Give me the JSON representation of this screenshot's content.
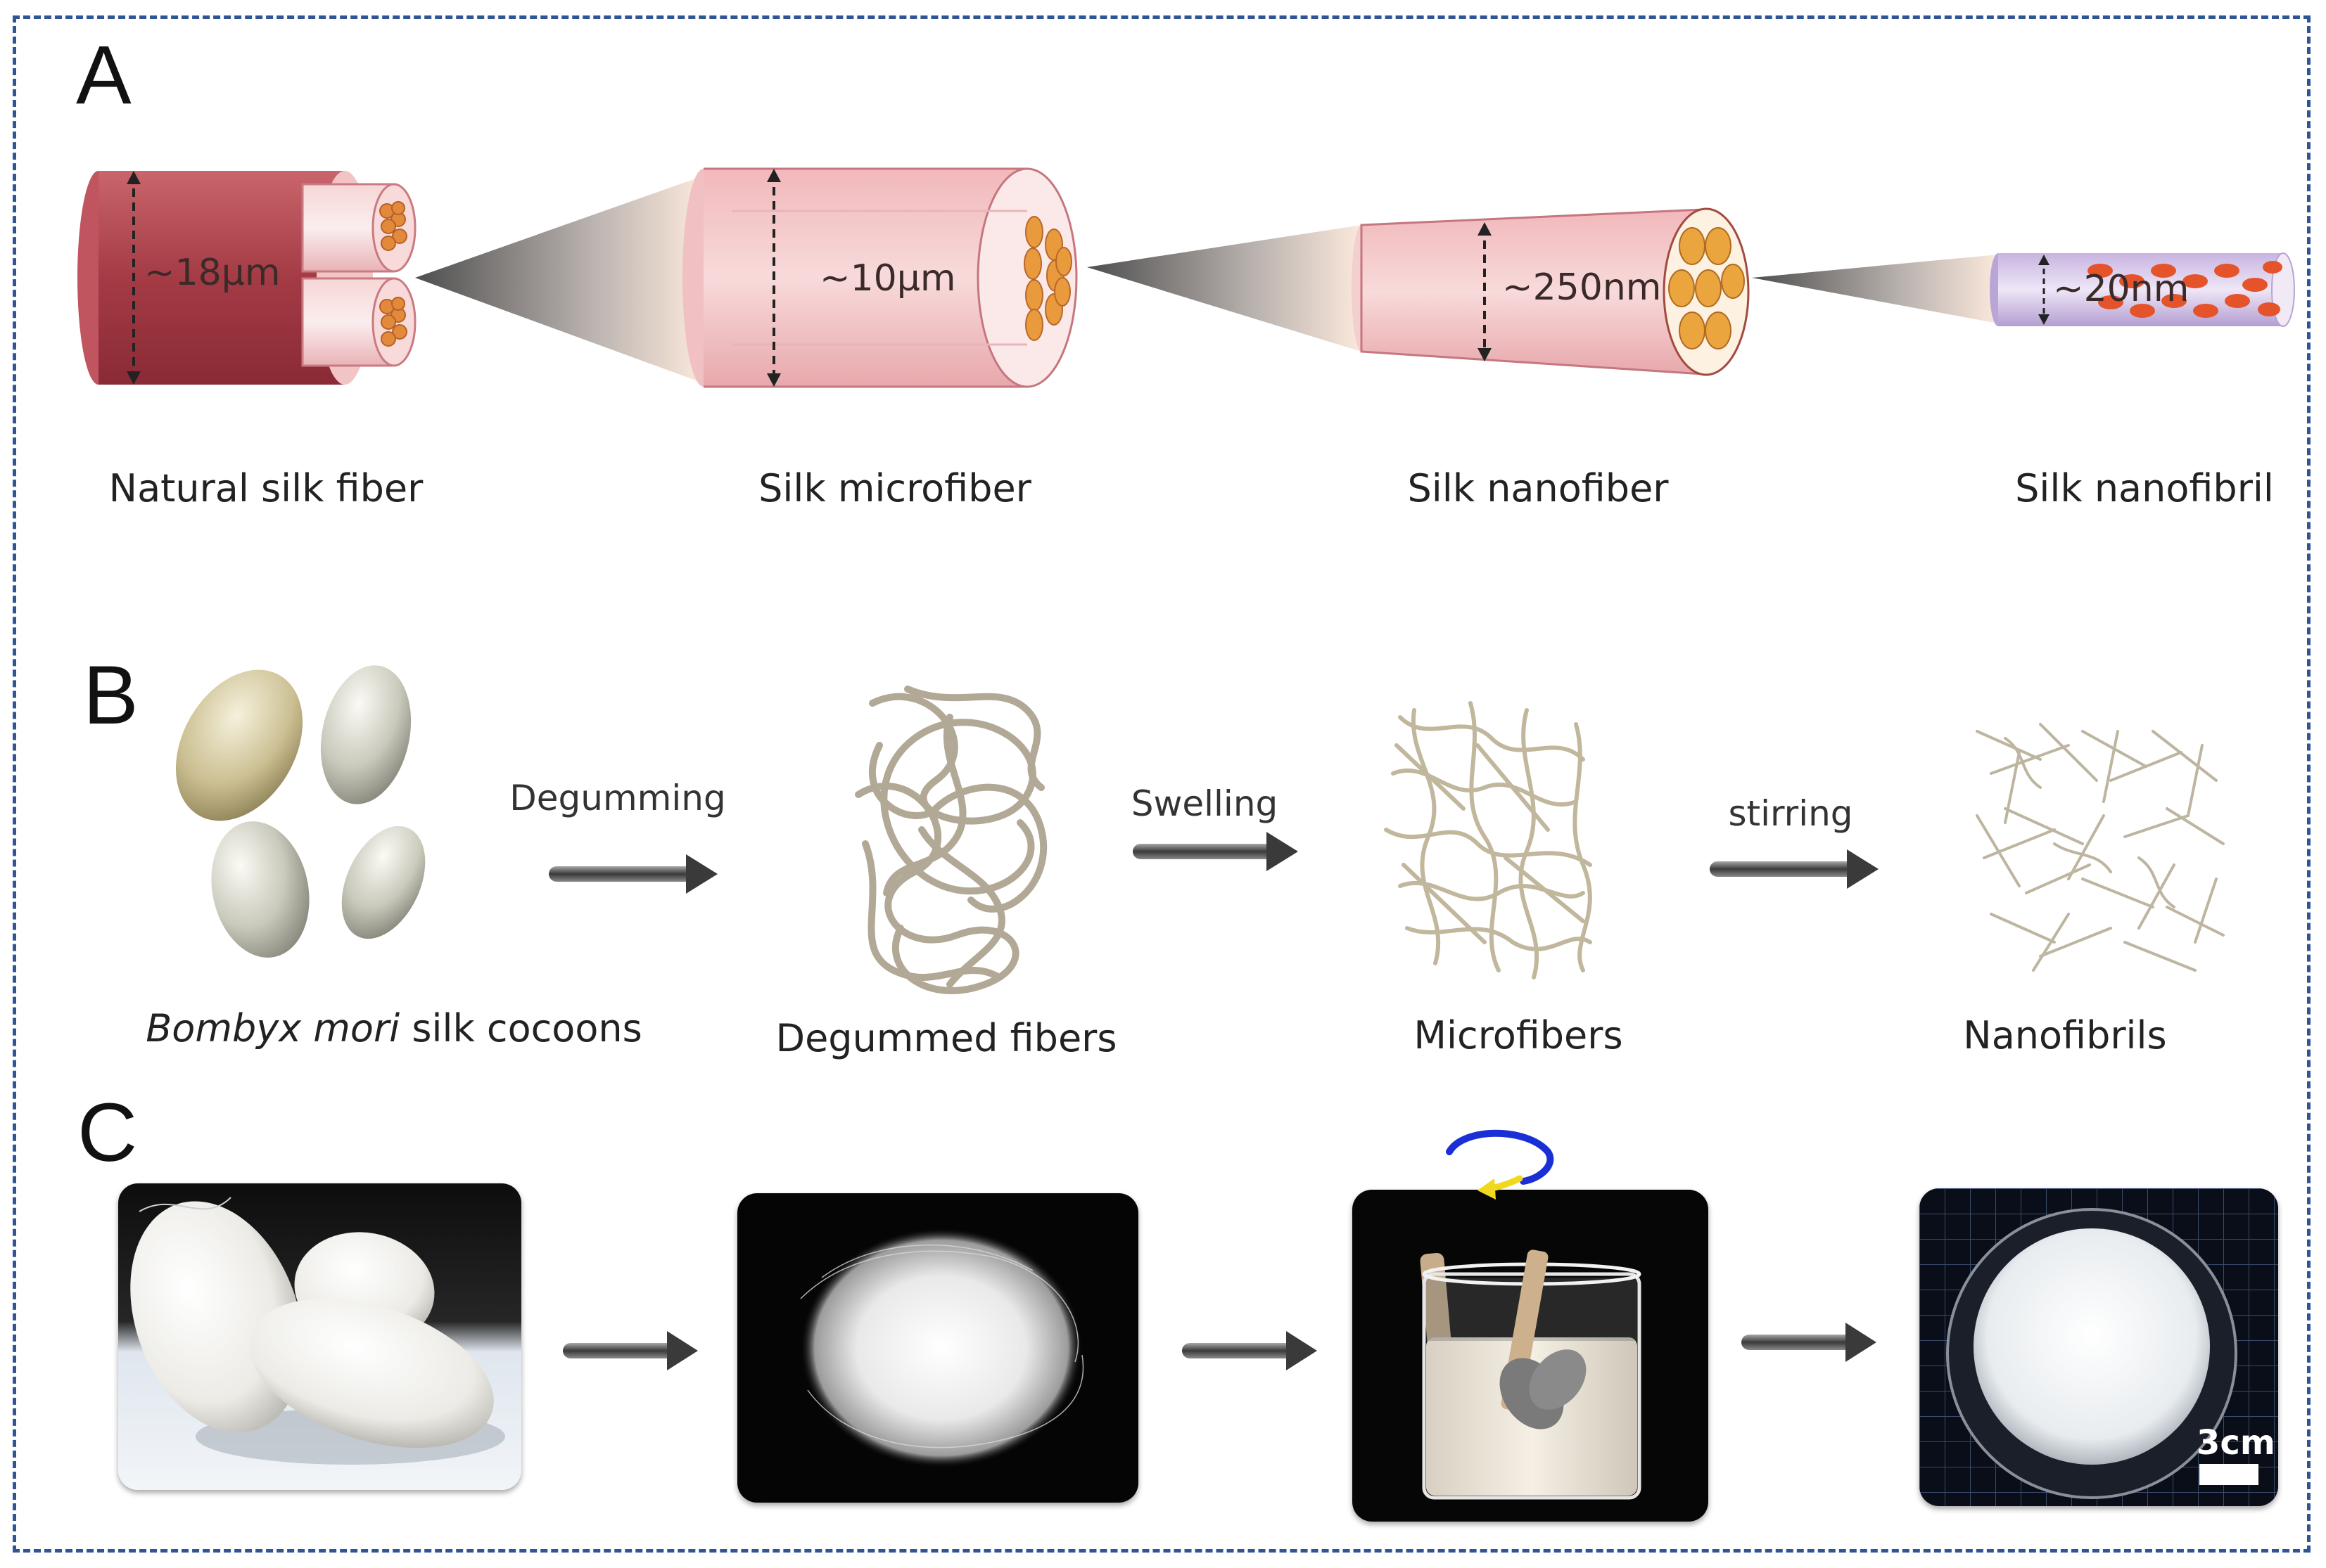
{
  "panels": {
    "a": {
      "letter": "A",
      "fibers": [
        {
          "label": "Natural silk fiber",
          "dimension": "~18μm"
        },
        {
          "label": "Silk microfiber",
          "dimension": "~10μm"
        },
        {
          "label": "Silk nanofiber",
          "dimension": "~250nm"
        },
        {
          "label": "Silk nanofibril",
          "dimension": "~20nm"
        }
      ]
    },
    "b": {
      "letter": "B",
      "stages": [
        {
          "label_italic": "Bombyx mori",
          "label": " silk cocoons"
        },
        {
          "label": "Degummed fibers"
        },
        {
          "label": "Microfibers"
        },
        {
          "label": "Nanofibrils"
        }
      ],
      "steps": [
        "Degumming",
        "Swelling",
        "stirring"
      ]
    },
    "c": {
      "letter": "C",
      "scale_bar": "3cm"
    }
  },
  "colors": {
    "frame": "#2f5597",
    "fiber_dark": "#a8404a",
    "fiber_light": "#f3c9cb",
    "core_orange": "#e8a030",
    "fibril_red": "#e0502a"
  }
}
